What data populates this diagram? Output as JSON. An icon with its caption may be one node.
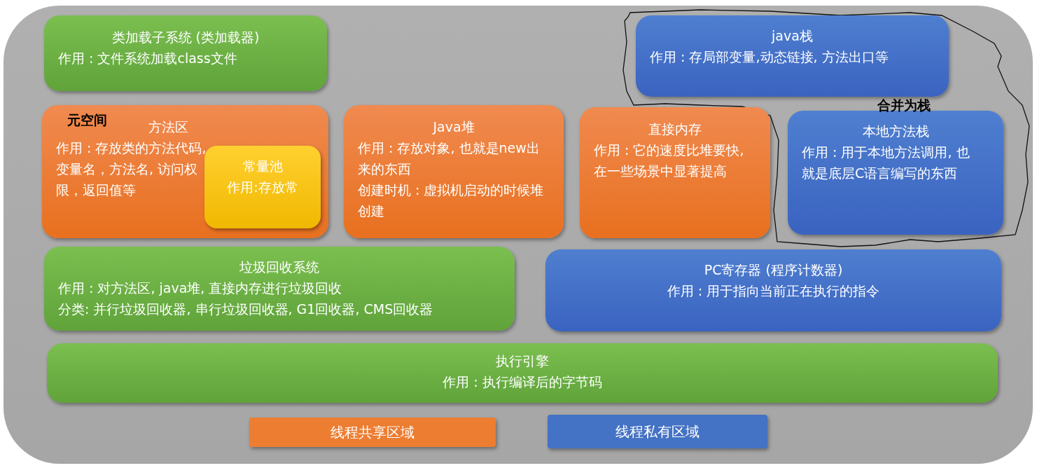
{
  "diagram": {
    "nodes": [
      {
        "text": [
          "类加载子系统 (类加载器)",
          "作用 : 文件系统加载class文件"
        ]
      },
      {
        "text": [
          "java栈",
          "作用 : 存局部变量,动态链接, 方法出口等"
        ]
      },
      {
        "text": [
          "元空间",
          "方法区",
          "作用 : 存放类的方法代码, 变量名，方法名, 访问权限，返回值等"
        ]
      },
      {
        "text": [
          "常量池",
          "作用:存放常"
        ],
        "in": 2
      },
      {
        "text": [
          "Java堆",
          "作用 : 存放对象, 也就是new出来的东西",
          "创建时机 : 虚拟机启动的时候堆创建"
        ]
      },
      {
        "text": [
          "直接内存",
          "作用 : 它的速度比堆要快,在一些场景中显著提高"
        ]
      },
      {
        "text": [
          "本地方法栈",
          "作用 : 用于本地方法调用, 也就是底层C语言编写的东西"
        ]
      },
      {
        "text": [
          "垃圾回收系统",
          "作用 : 对方法区, java堆, 直接内存进行垃圾回收",
          "分类: 并行垃圾回收器, 串行垃圾回收器, G1回收器, CMS回收器"
        ]
      },
      {
        "text": [
          "PC寄存器 (程序计数器)",
          "作用 : 用于指向当前正在执行的指令"
        ]
      },
      {
        "text": [
          "执行引擎",
          "作用 : 执行编译后的字节码"
        ]
      }
    ],
    "labels": [
      "合并为栈"
    ],
    "legend": [
      {
        "text": "线程共享区域",
        "color": "#ed7d31"
      },
      {
        "text": "线程私有区域",
        "color": "#4472c4"
      }
    ]
  }
}
